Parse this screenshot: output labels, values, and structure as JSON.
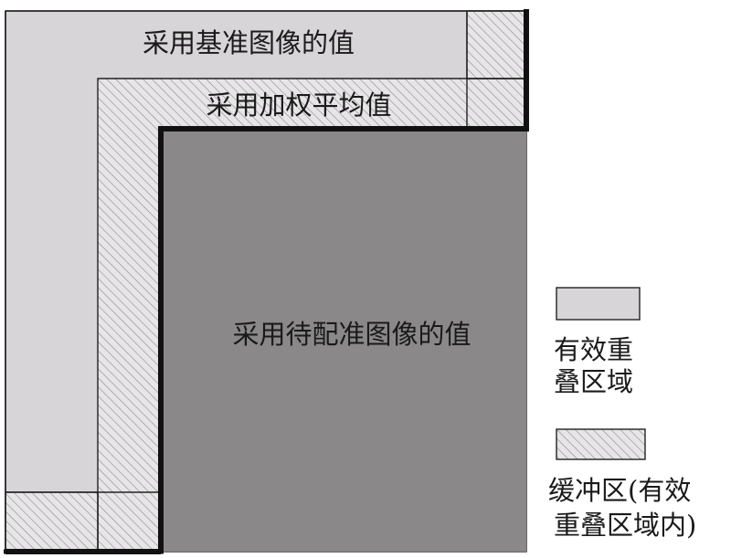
{
  "regions": {
    "base_image": {
      "label": "采用基准图像的值",
      "fill": "#d8d5d8"
    },
    "weighted_average": {
      "label": "采用加权平均值"
    },
    "image_to_register": {
      "label": "采用待配准图像的值",
      "fill": "#8a8889"
    }
  },
  "legend": {
    "overlap": {
      "line1": "有效重",
      "line2": "叠区域",
      "swatch_fill": "#d8d5d8"
    },
    "buffer": {
      "line1": "缓冲区(有效",
      "line2": "重叠区域内)",
      "hatch_color": "#8c8c8c"
    }
  }
}
